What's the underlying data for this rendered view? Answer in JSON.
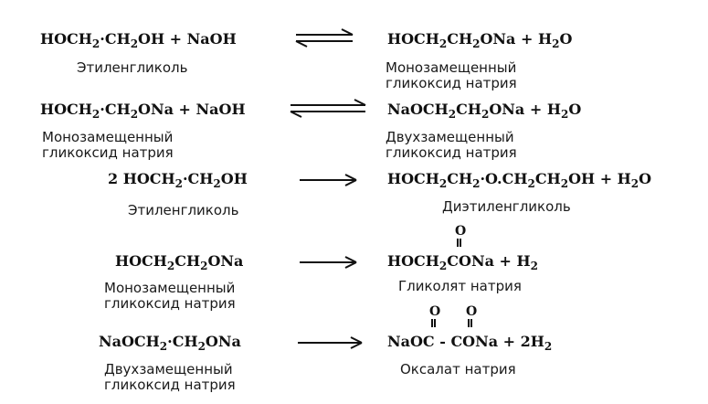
{
  "reactions": [
    {
      "left": "HOCH<sub>2</sub>·CH<sub>2</sub>OH + NaOH",
      "left_label": [
        "Этиленгликоль"
      ],
      "arrow": "equilibrium",
      "right": "HOCH<sub>2</sub>CH<sub>2</sub>ONa + H<sub>2</sub>O",
      "right_label": [
        "Монозамещенный",
        "гликоксид натрия"
      ]
    },
    {
      "left": "HOCH<sub>2</sub>·CH<sub>2</sub>ONa + NaOH",
      "left_label": [
        "Монозамещенный",
        "гликоксид натрия"
      ],
      "arrow": "equilibrium",
      "right": "NaOCH<sub>2</sub>CH<sub>2</sub>ONa + H<sub>2</sub>O",
      "right_label": [
        "Двухзамещенный",
        "гликоксид натрия"
      ]
    },
    {
      "left": "2 HOCH<sub>2</sub>·CH<sub>2</sub>OH",
      "left_label": [
        "Этиленгликоль"
      ],
      "arrow": "forward",
      "right": "HOCH<sub>2</sub>CH<sub>2</sub>·O.CH<sub>2</sub>CH<sub>2</sub>OH + H<sub>2</sub>O",
      "right_label": [
        "Диэтиленгликоль"
      ]
    },
    {
      "left": "HOCH<sub>2</sub>CH<sub>2</sub>ONa",
      "left_label": [
        "Монозамещенный",
        "гликоксид натрия"
      ],
      "arrow": "forward",
      "right": "HOCH<sub>2</sub>CONa + H<sub>2</sub>",
      "right_label": [
        "Гликолят натрия"
      ]
    },
    {
      "left": "NaOCH<sub>2</sub>·CH<sub>2</sub>ONa",
      "left_label": [
        "Двухзамещенный",
        "гликоксид натрия"
      ],
      "arrow": "forward",
      "right": "NaOC - CONa + 2H<sub>2</sub>",
      "right_label": [
        "Оксалат натрия"
      ]
    }
  ],
  "oxygen_symbol": "O"
}
